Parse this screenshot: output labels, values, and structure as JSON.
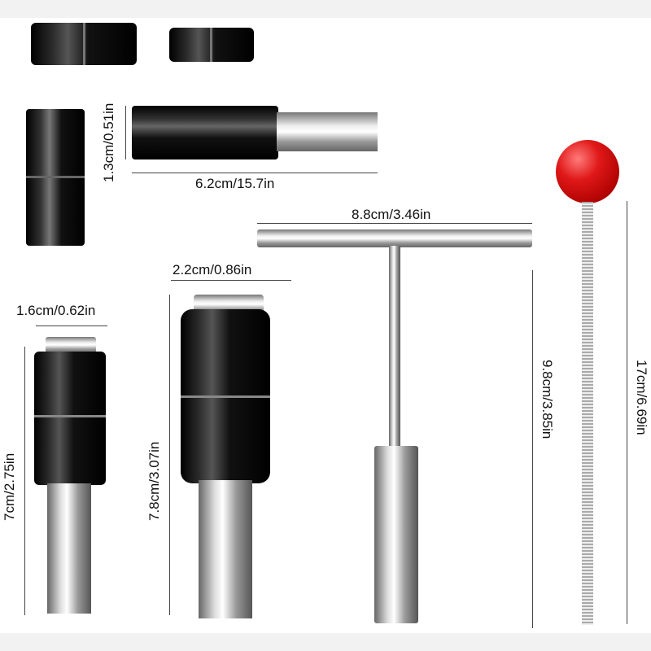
{
  "dimensions": {
    "small_magnet_height": "1.3cm/0.51in",
    "long_hex_tool_length": "6.2cm/15.7in",
    "t_handle_width": "8.8cm/3.46in",
    "large_tool_diameter": "2.2cm/0.86in",
    "small_tool_diameter": "1.6cm/0.62in",
    "small_tool_length": "7cm/2.75in",
    "large_tool_length": "7.8cm/3.07in",
    "t_handle_length": "9.8cm/3.85in",
    "red_ball_rod_length": "17cm/6.69in"
  },
  "colors": {
    "ball": "#d61a1a",
    "body": "#000000",
    "steel": "#c8c8c8"
  }
}
